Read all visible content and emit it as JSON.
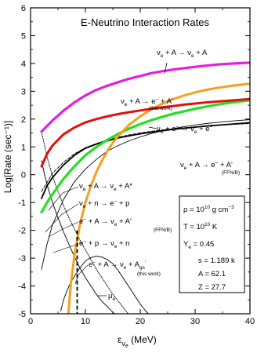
{
  "chart_data": {
    "type": "line",
    "title": "E-Neutrino Interaction Rates",
    "xlabel_main": "ε",
    "xlabel_sub1": "ν",
    "xlabel_sub2": "e",
    "xlabel_unit": " (MeV)",
    "ylabel": "Log[Rate (sec⁻¹)]",
    "xlim": [
      0,
      40
    ],
    "ylim": [
      -5,
      6
    ],
    "xticks": [
      0,
      10,
      20,
      30,
      40
    ],
    "yticks": [
      -5,
      -4,
      -3,
      -2,
      -1,
      0,
      1,
      2,
      3,
      4,
      5,
      6
    ],
    "series": [
      {
        "id": "nuA-scatter",
        "color": "#e020e0",
        "width": 3.2,
        "dash": "",
        "x": [
          2,
          4,
          6,
          8,
          10,
          12,
          14,
          16,
          18,
          20,
          22,
          24,
          26,
          28,
          30,
          32,
          34,
          36,
          38,
          40
        ],
        "y": [
          1.55,
          1.95,
          2.3,
          2.6,
          2.85,
          3.05,
          3.2,
          3.33,
          3.45,
          3.55,
          3.65,
          3.72,
          3.78,
          3.83,
          3.88,
          3.92,
          3.96,
          3.99,
          4.01,
          4.03
        ]
      },
      {
        "id": "nuA-cc-thiswork",
        "color": "#e01010",
        "width": 3.0,
        "dash": "",
        "x": [
          2,
          3,
          4,
          6,
          8,
          10,
          12,
          14,
          16,
          18,
          20,
          22,
          24,
          26,
          28,
          30,
          32,
          34,
          36,
          38,
          40
        ],
        "y": [
          0.3,
          0.75,
          1.05,
          1.45,
          1.7,
          1.88,
          2.0,
          2.1,
          2.18,
          2.25,
          2.31,
          2.37,
          2.42,
          2.47,
          2.52,
          2.56,
          2.6,
          2.63,
          2.66,
          2.69,
          2.72
        ]
      },
      {
        "id": "nuA-cc-gs-orange",
        "color": "#f5a020",
        "width": 3.0,
        "dash": "",
        "x": [
          6.9,
          7.3,
          8,
          9,
          10,
          11,
          12,
          13,
          14,
          15,
          16,
          18,
          20,
          22,
          24,
          26,
          28,
          30,
          32,
          34,
          36,
          38,
          40
        ],
        "y": [
          -5.0,
          -4.0,
          -2.9,
          -1.8,
          -1.0,
          -0.4,
          0.1,
          0.5,
          0.85,
          1.15,
          1.4,
          1.8,
          2.1,
          2.35,
          2.55,
          2.72,
          2.85,
          2.96,
          3.05,
          3.12,
          3.18,
          3.23,
          3.27
        ]
      },
      {
        "id": "nue-escatter",
        "color": "#20e020",
        "width": 3.2,
        "dash": "",
        "x": [
          2,
          3,
          4,
          6,
          8,
          10,
          12,
          14,
          16,
          18,
          20,
          22,
          24,
          26,
          28,
          30,
          32,
          34,
          36,
          38,
          40
        ],
        "y": [
          -1.35,
          -1.0,
          -0.7,
          -0.15,
          0.3,
          0.7,
          1.0,
          1.25,
          1.47,
          1.66,
          1.82,
          1.96,
          2.08,
          2.19,
          2.28,
          2.37,
          2.45,
          2.52,
          2.58,
          2.63,
          2.68
        ]
      },
      {
        "id": "nuA-cc-FFNB",
        "color": "#000000",
        "width": 1.8,
        "dash": "",
        "x": [
          2,
          3,
          4,
          6,
          8,
          10,
          12,
          14,
          16,
          18,
          20,
          22,
          24,
          26,
          28,
          30,
          32,
          34,
          36,
          38,
          40
        ],
        "y": [
          -0.85,
          -0.4,
          -0.1,
          0.35,
          0.7,
          0.95,
          1.1,
          1.22,
          1.32,
          1.4,
          1.47,
          1.53,
          1.58,
          1.63,
          1.67,
          1.71,
          1.75,
          1.78,
          1.81,
          1.84,
          1.87
        ]
      },
      {
        "id": "nuA-inelastic-dashed",
        "color": "#000000",
        "width": 0.9,
        "dash": "4,2",
        "x": [
          2,
          4,
          6,
          8,
          10,
          12,
          14,
          16,
          18,
          20,
          22,
          24,
          26,
          28,
          30,
          32,
          34,
          36,
          38,
          40
        ],
        "y": [
          -0.6,
          0.05,
          0.45,
          0.75,
          0.97,
          1.12,
          1.25,
          1.35,
          1.43,
          1.5,
          1.56,
          1.61,
          1.65,
          1.69,
          1.72,
          1.75,
          1.78,
          1.8,
          1.82,
          1.84
        ]
      },
      {
        "id": "nun-capture",
        "color": "#000000",
        "width": 0.9,
        "dash": "",
        "x": [
          2,
          3,
          4,
          6,
          8,
          10,
          12,
          14,
          16,
          18,
          20,
          22,
          24,
          26,
          28,
          30,
          32,
          34,
          36,
          38,
          40
        ],
        "y": [
          -3.4,
          -2.5,
          -1.8,
          -0.9,
          -0.25,
          0.2,
          0.55,
          0.85,
          1.05,
          1.22,
          1.36,
          1.48,
          1.58,
          1.66,
          1.73,
          1.79,
          1.84,
          1.88,
          1.92,
          1.95,
          1.98
        ]
      },
      {
        "id": "ep-capture",
        "color": "#000000",
        "width": 0.9,
        "dash": "",
        "x": [
          2,
          2.5,
          3,
          4,
          5,
          6,
          7,
          8,
          9,
          10,
          11,
          12,
          13,
          14,
          15,
          16,
          17,
          18,
          19,
          20
        ],
        "y": [
          0.5,
          0.05,
          -0.35,
          -1.0,
          -1.55,
          -2.05,
          -2.5,
          -2.95,
          -3.35,
          -3.7,
          -4.0,
          -4.3,
          -4.55,
          -4.75,
          -4.95,
          -5.1,
          -5.2,
          -5.3,
          -5.4,
          -5.5
        ]
      },
      {
        "id": "ecapture-A-dotted",
        "color": "#000000",
        "width": 0.9,
        "dash": "1.5,1.5",
        "x": [
          2,
          2.5,
          3,
          4,
          5,
          6,
          7,
          8,
          9,
          10,
          11,
          12,
          13,
          14,
          15,
          16,
          17,
          18
        ],
        "y": [
          1.55,
          1.1,
          0.65,
          -0.05,
          -0.6,
          -1.1,
          -1.55,
          -1.95,
          -2.35,
          -2.7,
          -3.05,
          -3.4,
          -3.7,
          -4.0,
          -4.3,
          -4.55,
          -4.8,
          -5.05
        ]
      },
      {
        "id": "ecapture-gs",
        "color": "#000000",
        "width": 0.9,
        "dash": "",
        "x": [
          5.5,
          6,
          7,
          8,
          9,
          10,
          11,
          12,
          13,
          14,
          15,
          16,
          17,
          18,
          19,
          20,
          21,
          22
        ],
        "y": [
          -4.9,
          -4.5,
          -4.0,
          -3.65,
          -3.35,
          -3.1,
          -2.98,
          -2.93,
          -2.96,
          -3.05,
          -3.2,
          -3.45,
          -3.75,
          -4.05,
          -4.35,
          -4.65,
          -4.9,
          -5.1
        ]
      }
    ],
    "mu_e_line": {
      "x": 8.5,
      "y_top": -2.0,
      "y_bottom": -5.0
    },
    "labels": {
      "nuA_scatter": {
        "a": "ν",
        "b": "e",
        "c": " + A → ν",
        "d": "e",
        "e": " + A"
      },
      "nuA_cc": {
        "a": "ν",
        "b": "e",
        "c": " + A → e",
        "d": "−",
        "e": " + A'"
      },
      "this_work": "(this work)",
      "nue_scatter": {
        "a": "ν",
        "b": "e",
        "c": " + e",
        "d": "−",
        "e": " → ν",
        "f": "e",
        "g": " + e",
        "h": "−"
      },
      "nuA_ffn": {
        "a": "ν",
        "b": "e",
        "c": " + A → e",
        "d": "−",
        "e": " + A'"
      },
      "ffnb": "(FFN/B)",
      "nuA_inel": {
        "a": "ν",
        "b": "e",
        "c": " + A → ν",
        "d": "e",
        "e": " + A*"
      },
      "nun": {
        "a": "ν",
        "b": "e",
        "c": " + n → e",
        "d": "−",
        "e": " + p"
      },
      "eA": {
        "a": "e",
        "b": "−",
        "c": " + A → ν",
        "d": "e",
        "e": " + A'"
      },
      "ffnb2": "(FFN/B)",
      "ep": {
        "a": "e",
        "b": "−",
        "c": " + p → ν",
        "d": "e",
        "e": " + n"
      },
      "egs": {
        "a": "e",
        "b": "−",
        "c": " + A → ν",
        "d": "e",
        "e": " + A",
        "f": "gs",
        "g": "'"
      },
      "this_work2": "(this work)",
      "mu": {
        "a": "μ",
        "b": "e"
      }
    },
    "params": {
      "rho": {
        "a": "ρ = 10",
        "b": "10",
        "c": " g cm",
        "d": "−3"
      },
      "T": {
        "a": "T = 10",
        "b": "10",
        "c": " K"
      },
      "Ye": {
        "a": "Y",
        "b": "e",
        "c": " = 0.45"
      },
      "s": "s = 1.189 k",
      "A": "A = 62.1",
      "Z": "Z = 27.7"
    }
  }
}
